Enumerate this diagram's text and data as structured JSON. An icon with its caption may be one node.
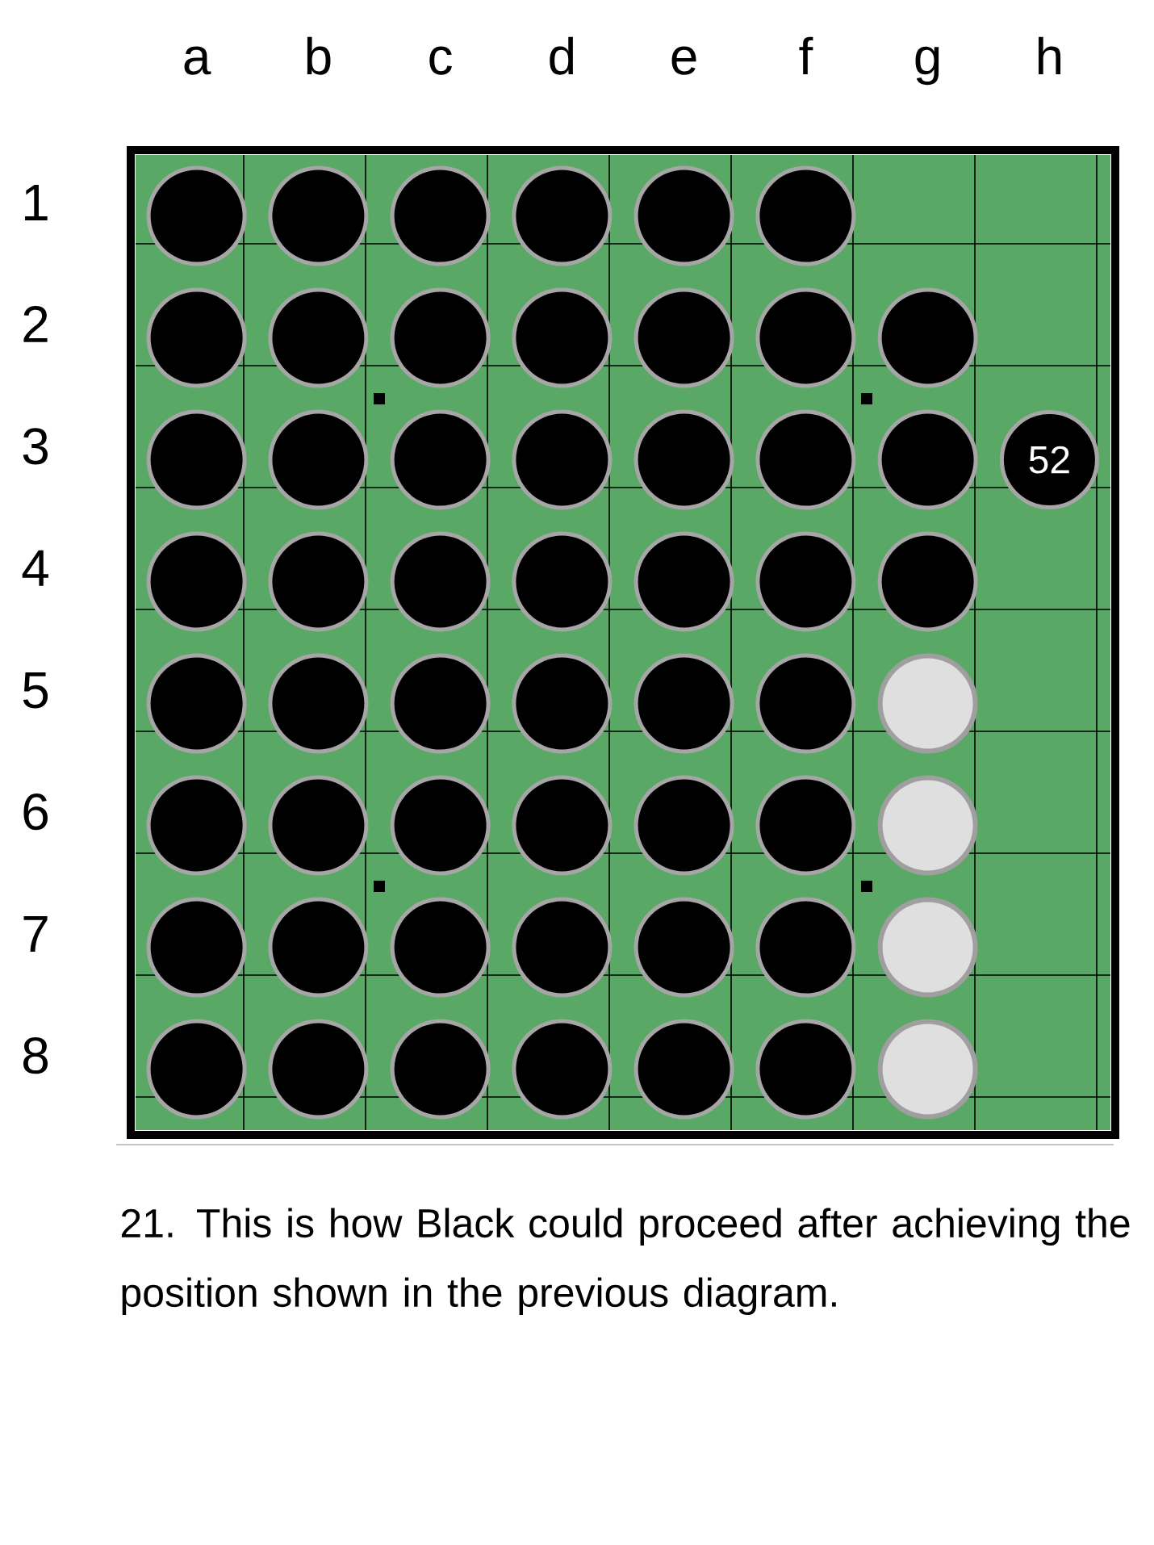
{
  "diagram": {
    "caption": "21. This is how Black could proceed after achieving the position shown in the previous diagram.",
    "nodes": [
      {
        "text": [
          "52"
        ]
      }
    ],
    "labels": [
      "a",
      "b",
      "c",
      "d",
      "e",
      "f",
      "g",
      "h",
      "1",
      "2",
      "3",
      "4",
      "5",
      "6",
      "7",
      "8"
    ]
  }
}
